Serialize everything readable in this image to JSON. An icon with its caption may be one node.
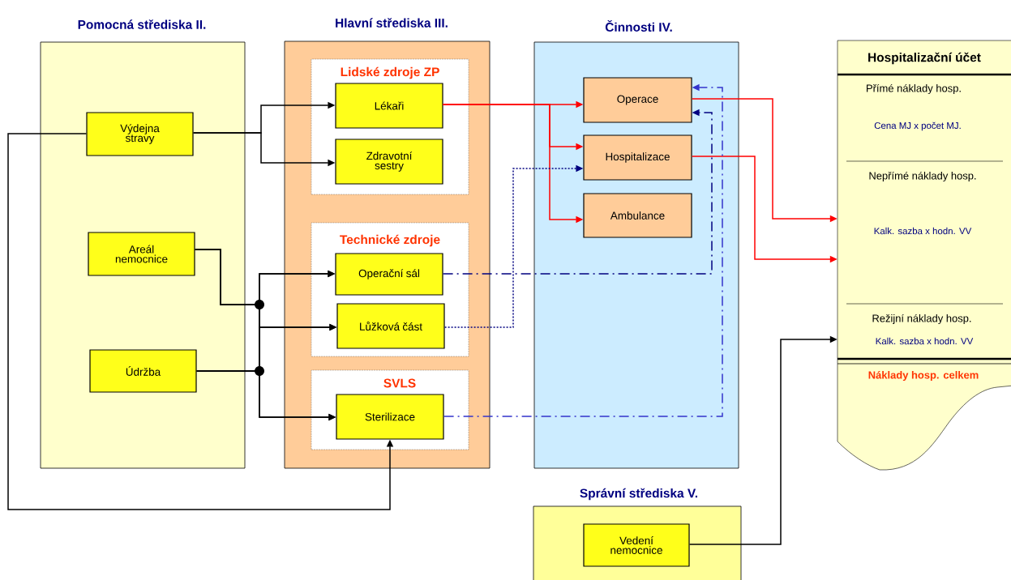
{
  "diagram": {
    "nodes": [
      {
        "text": [
          "Pomocná střediska II."
        ]
      },
      {
        "text": [
          "Výdejna stravy"
        ],
        "in": 0
      },
      {
        "text": [
          "Areál nemocnice"
        ],
        "in": 0
      },
      {
        "text": [
          "Údržba"
        ],
        "in": 0
      },
      {
        "text": [
          "Hlavní střediska III."
        ]
      },
      {
        "text": [
          "Lidské zdroje ZP"
        ],
        "in": 4
      },
      {
        "text": [
          "Lékaři"
        ],
        "in": 5
      },
      {
        "text": [
          "Zdravotní sestry"
        ],
        "in": 5
      },
      {
        "text": [
          "Technické zdroje"
        ],
        "in": 4
      },
      {
        "text": [
          "Operační sál"
        ],
        "in": 8
      },
      {
        "text": [
          "Lůžková část"
        ],
        "in": 8
      },
      {
        "text": [
          "SVLS"
        ],
        "in": 4
      },
      {
        "text": [
          "Sterilizace"
        ],
        "in": 11
      },
      {
        "text": [
          "Činnosti IV."
        ]
      },
      {
        "text": [
          "Operace"
        ],
        "in": 13
      },
      {
        "text": [
          "Hospitalizace"
        ],
        "in": 13
      },
      {
        "text": [
          "Ambulance"
        ],
        "in": 13
      },
      {
        "text": [
          "Hospitalizační účet",
          "Přímé náklady hosp.",
          "Cena MJ x počet MJ.",
          "Nepřímé náklady hosp.",
          "Kalk. sazba x hodn. VV",
          "Režijní náklady hosp.",
          "Kalk. sazba x hodn. VV",
          "Náklady hosp. celkem"
        ]
      },
      {
        "text": [
          "Správní střediska V."
        ]
      },
      {
        "text": [
          "Vedení nemocnice"
        ],
        "in": 18
      }
    ],
    "edges": [
      {
        "from": 1,
        "to": 6,
        "arrow": "to"
      },
      {
        "from": 1,
        "to": 7,
        "arrow": "to"
      },
      {
        "from": 1,
        "to": 12,
        "arrow": "to"
      },
      {
        "from": 2,
        "to": 9,
        "arrow": "to"
      },
      {
        "from": 2,
        "to": 10,
        "arrow": "to"
      },
      {
        "from": 2,
        "to": 12,
        "arrow": "to"
      },
      {
        "from": 3,
        "to": 9,
        "arrow": "to"
      },
      {
        "from": 3,
        "to": 10,
        "arrow": "to"
      },
      {
        "from": 3,
        "to": 12,
        "arrow": "to"
      },
      {
        "from": 6,
        "to": 14,
        "arrow": "to",
        "color": "#ff0000"
      },
      {
        "from": 6,
        "to": 15,
        "arrow": "to",
        "color": "#ff0000"
      },
      {
        "from": 6,
        "to": 16,
        "arrow": "to",
        "color": "#ff0000"
      },
      {
        "from": 14,
        "to": 17,
        "arrow": "to",
        "color": "#ff0000"
      },
      {
        "from": 15,
        "to": 17,
        "arrow": "to",
        "color": "#ff0000"
      },
      {
        "from": 9,
        "to": 14,
        "arrow": "to",
        "style": "dashed",
        "color": "#000080"
      },
      {
        "from": 10,
        "to": 15,
        "arrow": "to",
        "style": "dashed",
        "color": "#000080"
      },
      {
        "from": 12,
        "to": 14,
        "arrow": "to",
        "style": "dashed",
        "color": "#3333cc"
      },
      {
        "from": 19,
        "to": 17,
        "arrow": "to"
      }
    ]
  }
}
